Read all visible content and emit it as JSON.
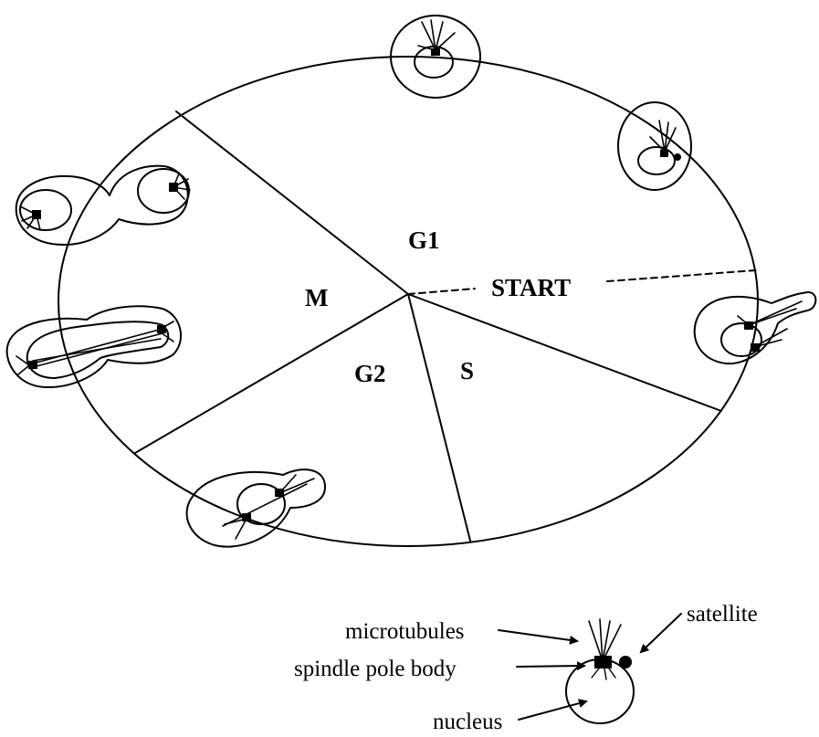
{
  "phases": {
    "g1": "G1",
    "start": "START",
    "m": "M",
    "g2": "G2",
    "s": "S"
  },
  "legend": {
    "microtubules": "microtubules",
    "spindle_pole_body": "spindle pole body",
    "satellite": "satellite",
    "nucleus": "nucleus"
  }
}
